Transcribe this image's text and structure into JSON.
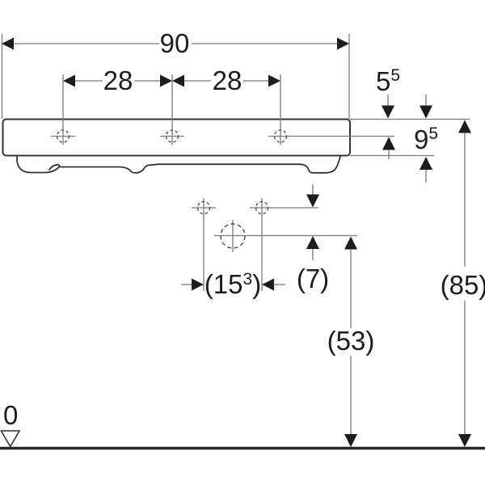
{
  "colors": {
    "background": "#ffffff",
    "object_outline": "#333333",
    "dimension_lines": "#7a7a7a",
    "arrows_and_text": "#1d1d1d",
    "ground_line": "#262626"
  },
  "dimensions": {
    "overall_width": "90",
    "tap_spacing_left": "28",
    "tap_spacing_right": "28",
    "taphole_setback": {
      "value": "5",
      "sup": "5"
    },
    "apron_height": {
      "value": "9",
      "sup": "5"
    },
    "outlet_spacing": {
      "prefix": "(15",
      "sup": "3",
      "suffix": ")"
    },
    "outlet_offset": "(7)",
    "trap_height": "(53)",
    "rim_height": "(85)",
    "datum_level": "0"
  }
}
